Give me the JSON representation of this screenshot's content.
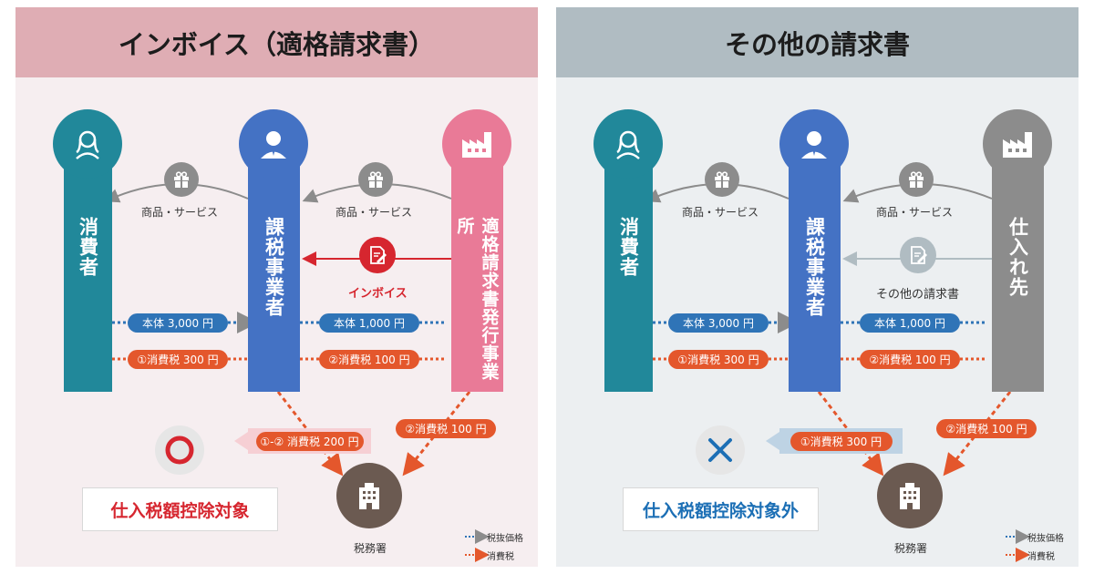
{
  "left": {
    "title": "インボイス（適格請求書）",
    "consumer": "消費者",
    "business": "課税事業者",
    "issuer": "適格請求書発行事業所",
    "goods_left": "商品・サービス",
    "goods_right": "商品・サービス",
    "invoice_label": "インボイス",
    "base_left": "本体 3,000 円",
    "base_right": "本体 1,000 円",
    "tax_left": "①消費税 300 円",
    "tax_right": "②消費税 100 円",
    "deduct_tax": "①-② 消費税 200 円",
    "issuer_tax": "②消費税 100 円",
    "status": "仕入税額控除対象",
    "tax_office": "税務署",
    "legend_base": "税抜価格",
    "legend_tax": "消費税"
  },
  "right": {
    "title": "その他の請求書",
    "consumer": "消費者",
    "business": "課税事業者",
    "supplier": "仕入れ先",
    "goods_left": "商品・サービス",
    "goods_right": "商品・サービス",
    "invoice_label": "その他の請求書",
    "base_left": "本体 3,000 円",
    "base_right": "本体 1,000 円",
    "tax_left": "①消費税 300 円",
    "tax_right": "②消費税 100 円",
    "deduct_tax": "①消費税 300 円",
    "supplier_tax": "②消費税 100 円",
    "status": "仕入税額控除対象外",
    "tax_office": "税務署",
    "legend_base": "税抜価格",
    "legend_tax": "消費税"
  },
  "colors": {
    "teal": "#21889a",
    "blue": "#4472c4",
    "pink": "#e97a97",
    "gray": "#8c8c8c",
    "brown": "#6b5a51",
    "orange": "#e4572c",
    "red": "#d6262f",
    "status_blue": "#1c6fb5"
  },
  "icons": [
    "person-female-icon",
    "person-male-icon",
    "factory-icon",
    "gift-icon",
    "document-pen-icon",
    "building-icon",
    "check-circle-icon",
    "cross-icon"
  ]
}
